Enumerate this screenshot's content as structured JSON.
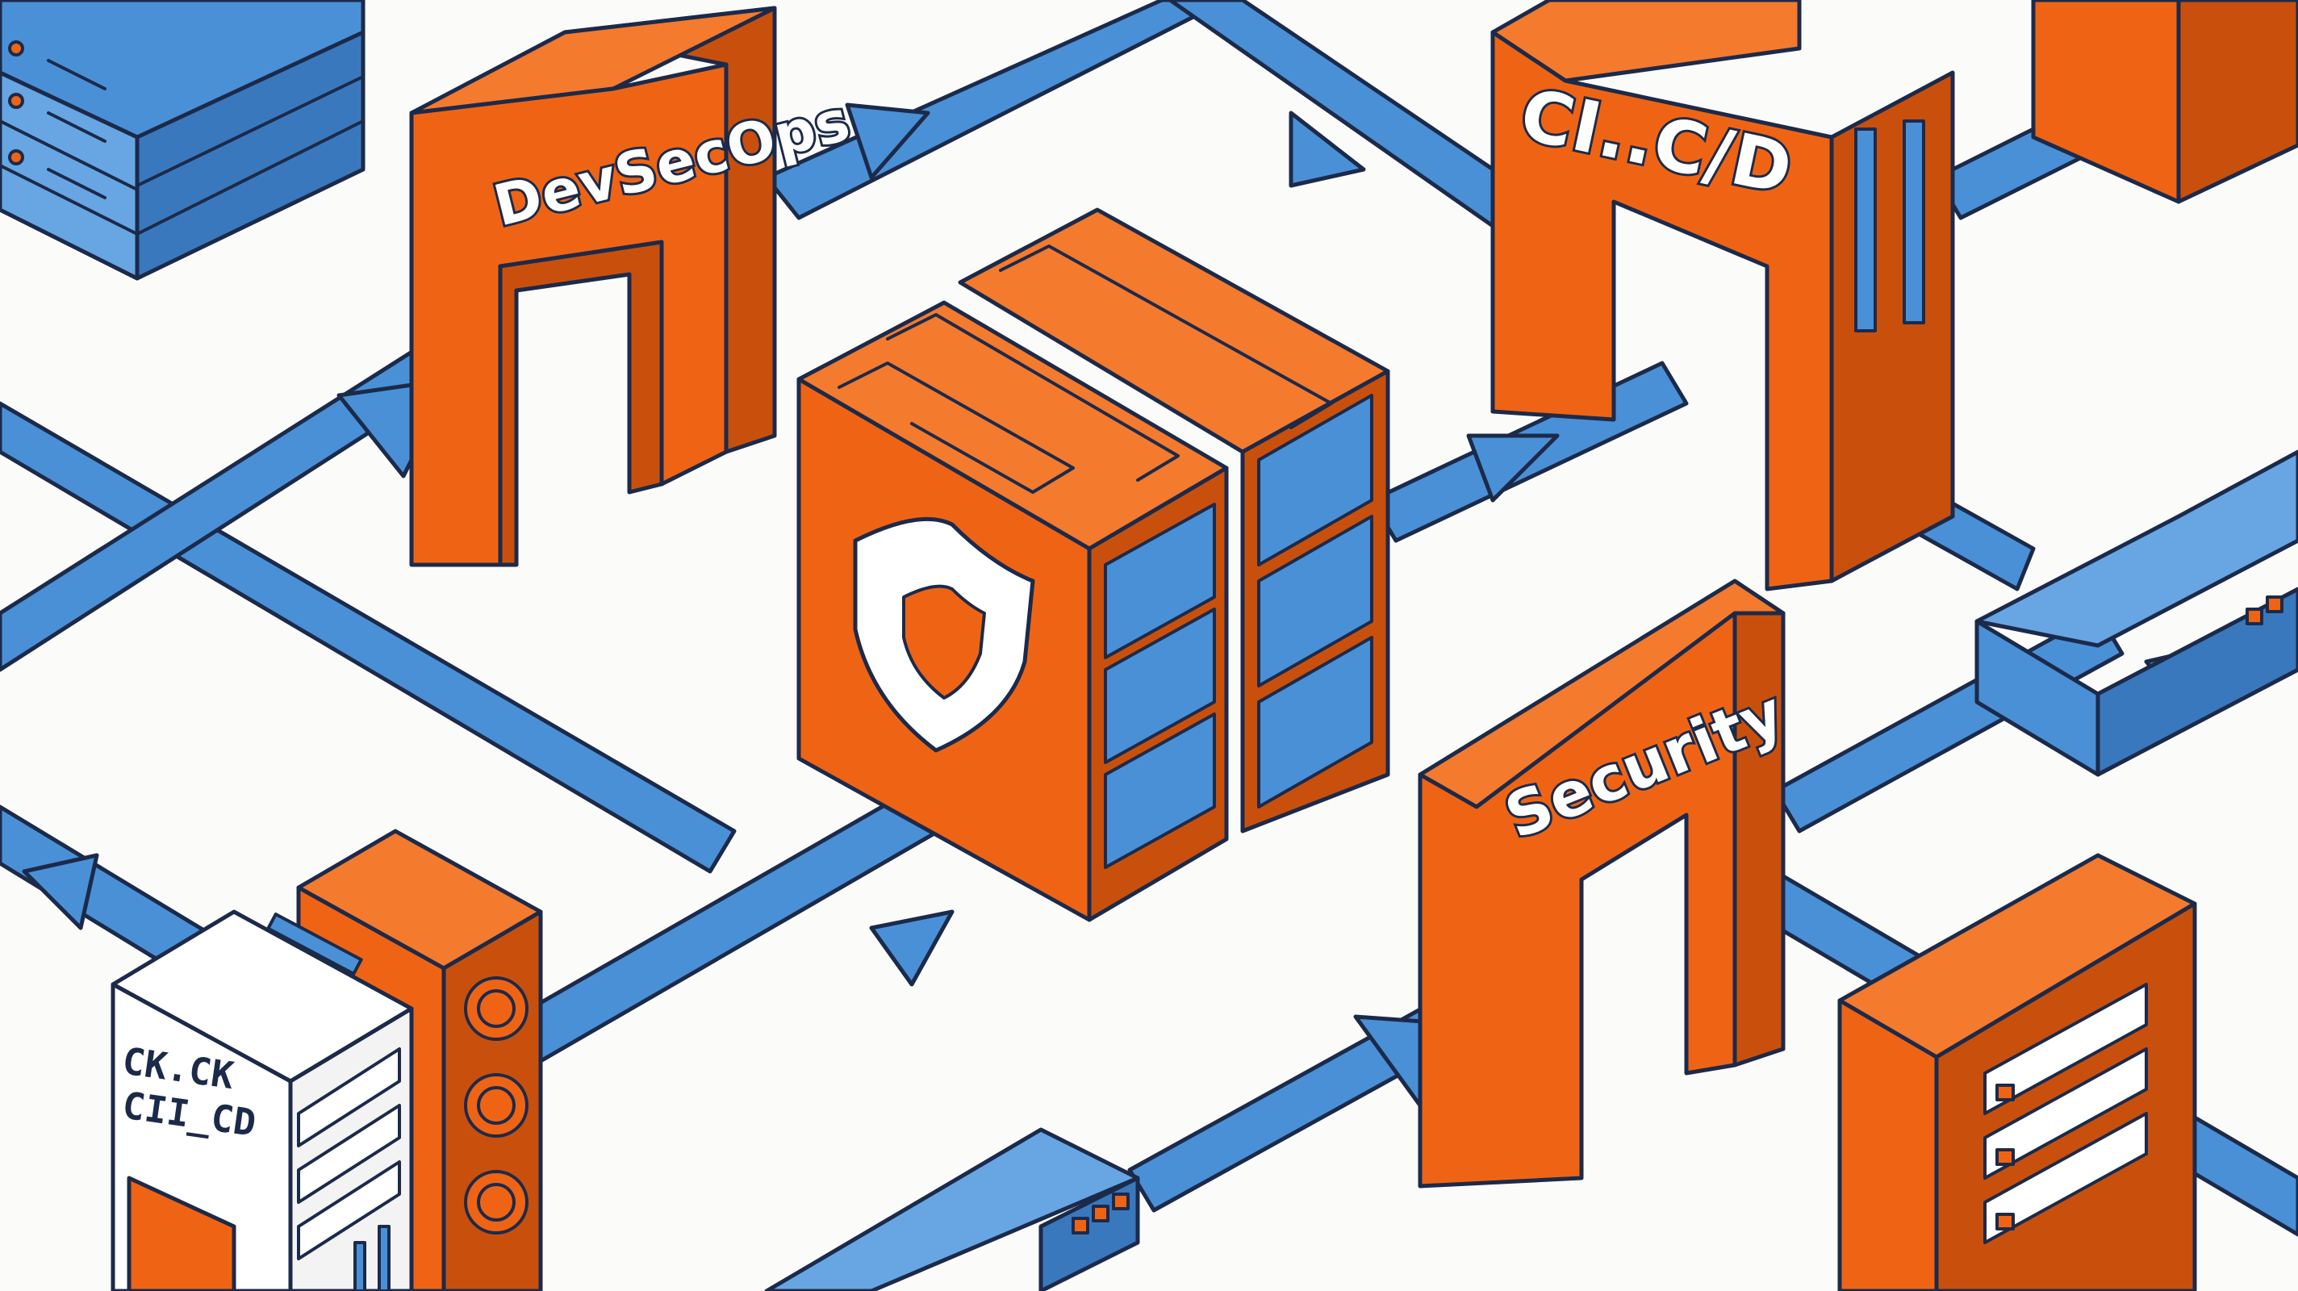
{
  "labels": {
    "gate_devsecops": "DevSecOps",
    "gate_cicd": "CI..C/D",
    "gate_security": "Security",
    "rack_line1": "CK.CK",
    "rack_line2": "CII_CD"
  },
  "colors": {
    "orange": "#ef6414",
    "orange_dark": "#c9500c",
    "orange_light": "#f47a2e",
    "blue": "#4a90d6",
    "blue_dark": "#3a78bd",
    "blue_light": "#67a6e3",
    "outline": "#1c2a4a",
    "background": "#fbfbfa",
    "white": "#ffffff"
  },
  "icons": [
    "shield-icon",
    "arrow-icon",
    "fan-icon"
  ]
}
